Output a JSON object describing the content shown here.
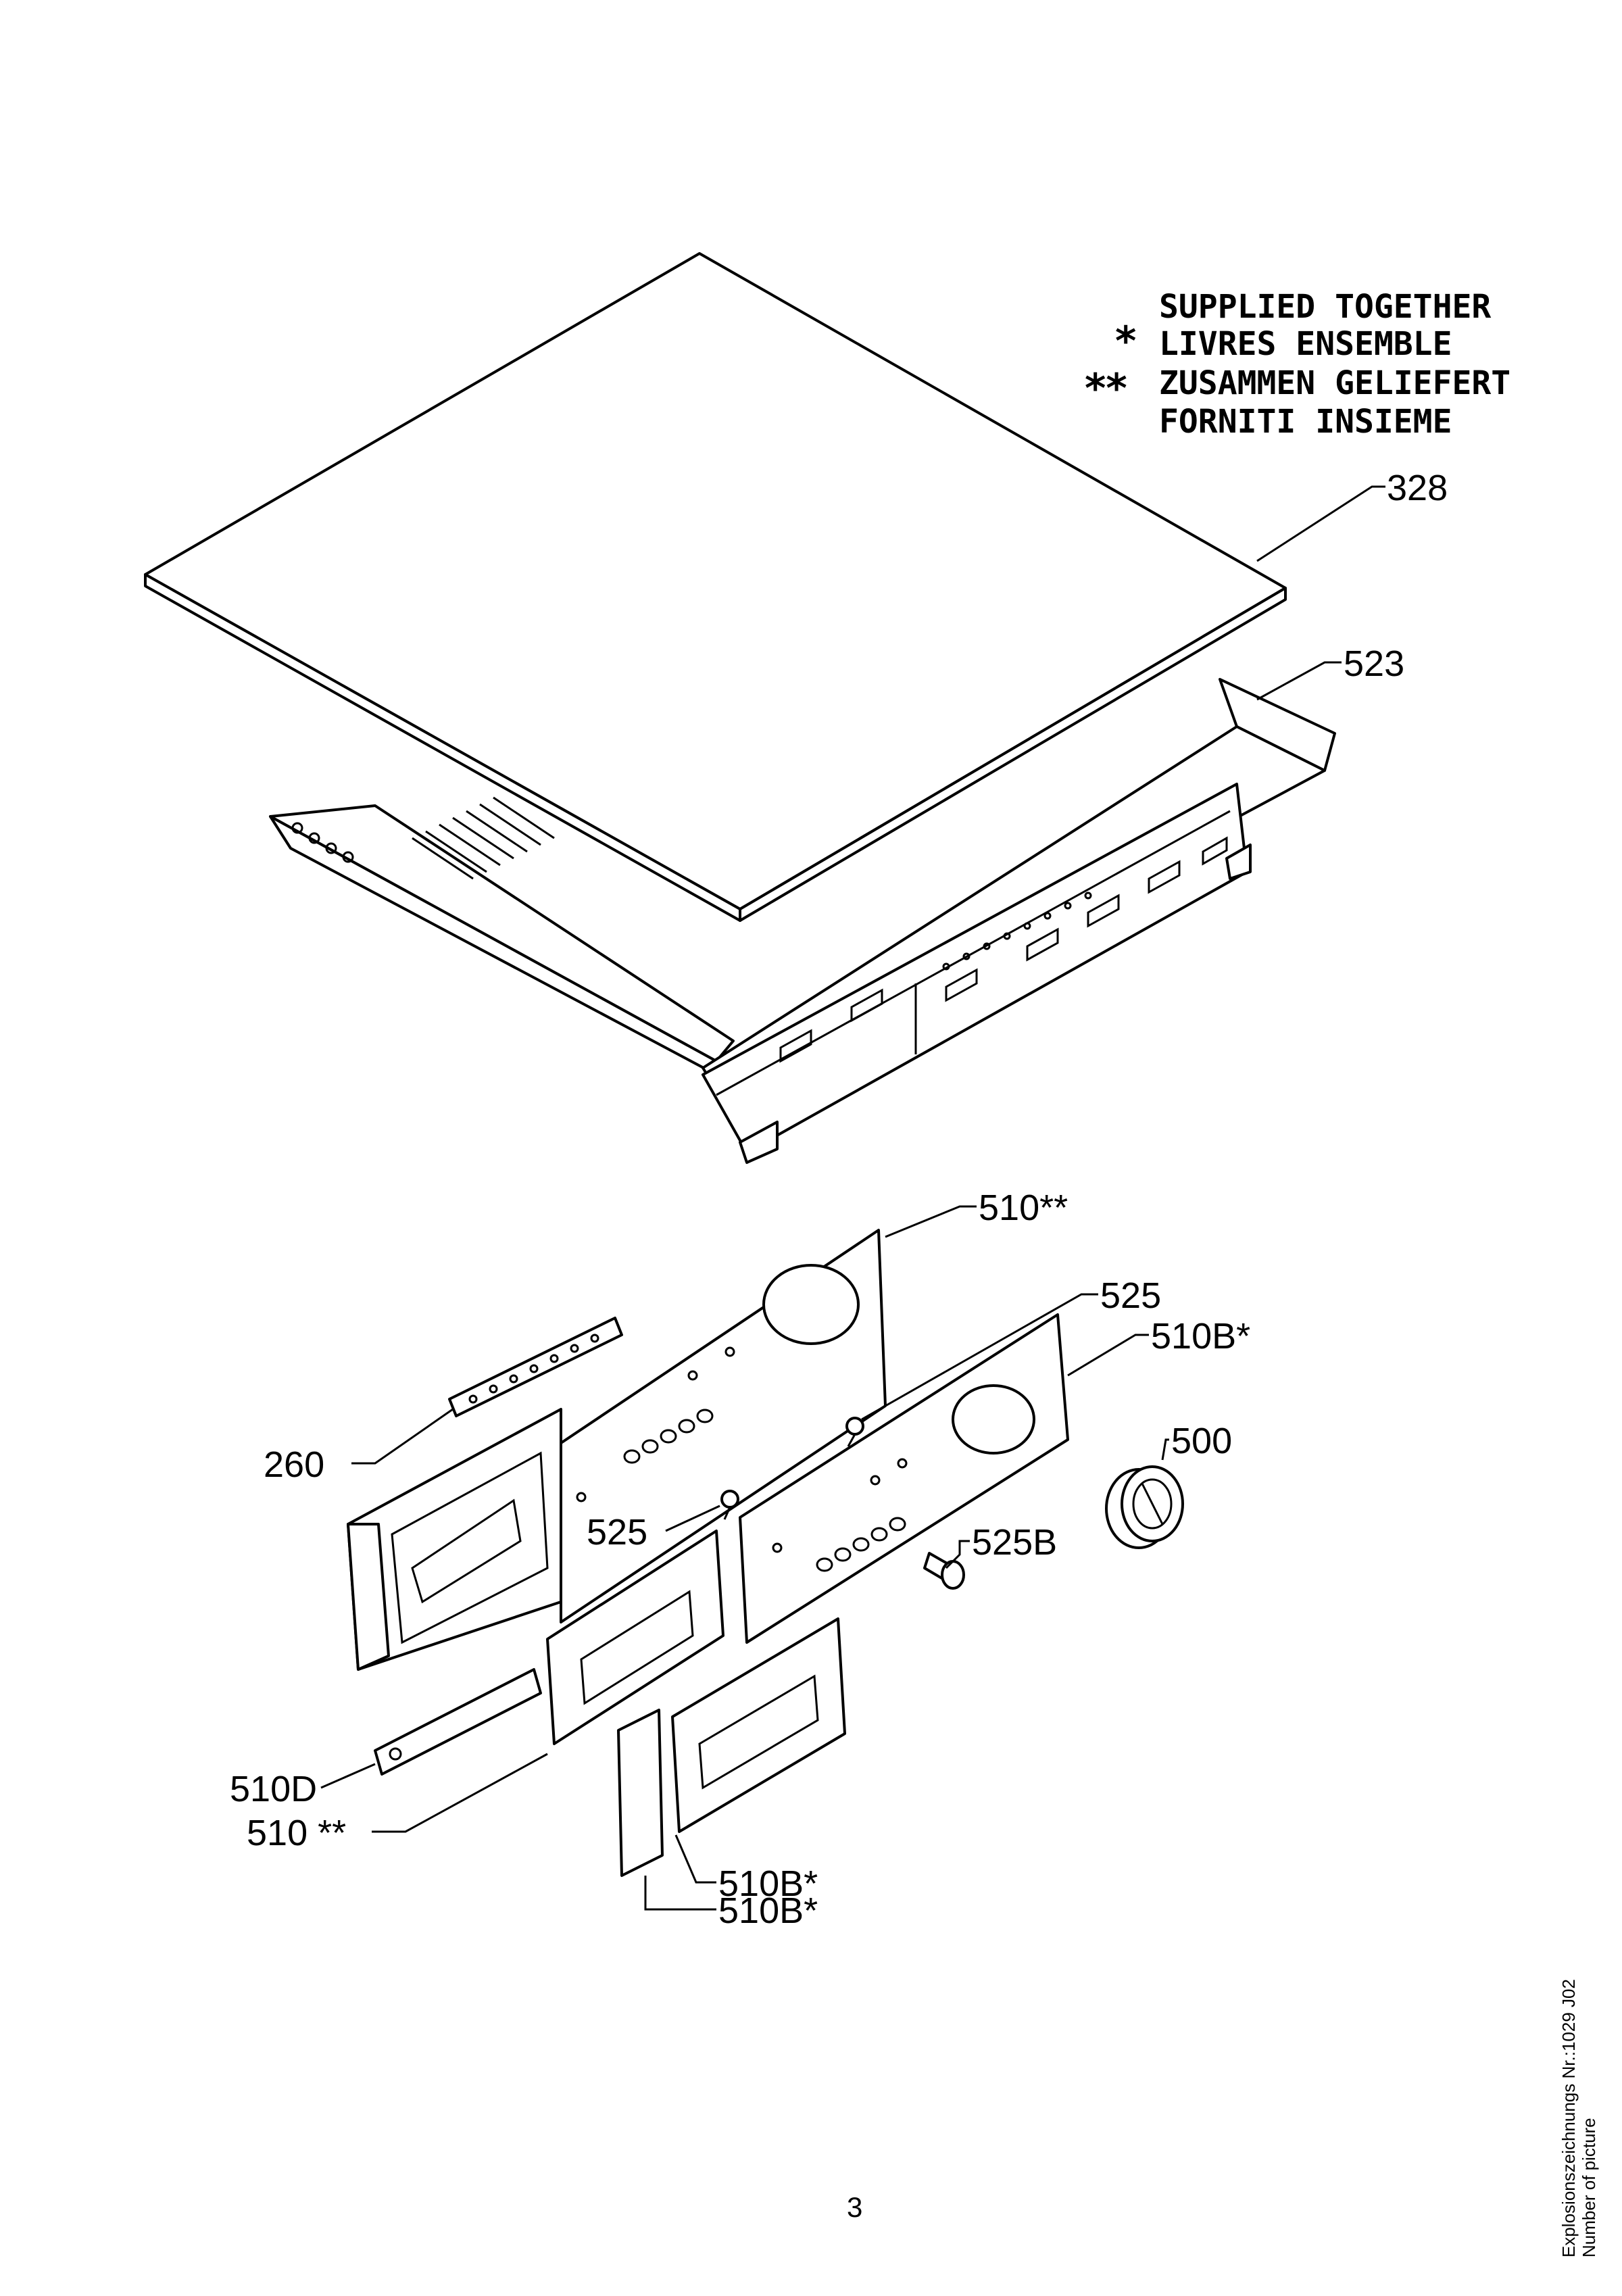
{
  "legend": {
    "line1": "SUPPLIED TOGETHER",
    "line2_marker": "*",
    "line2": "LIVRES ENSEMBLE",
    "line3_marker": "**",
    "line3": "ZUSAMMEN GELIEFERT",
    "line4": "FORNITI INSIEME"
  },
  "callouts": {
    "p328": "328",
    "p523": "523",
    "p510_top": "510**",
    "p525_top": "525",
    "p510B_top": "510B*",
    "p500": "500",
    "p260": "260",
    "p525_mid": "525",
    "p525B": "525B",
    "p510D": "510D",
    "p510_bottom": "510 **",
    "p510B_a": "510B*",
    "p510B_b": "510B*"
  },
  "page_number": "3",
  "side_note": {
    "line1": "Explosionszeichnungs Nr.:1029 J02",
    "line2": "Number of picture"
  }
}
